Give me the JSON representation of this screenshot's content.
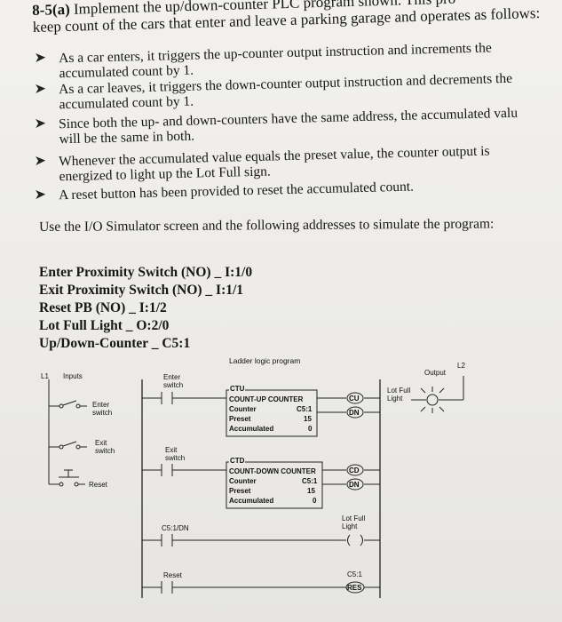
{
  "problem": {
    "number": "8-5(a)",
    "line1": "Implement the up/down-counter PLC program shown. This pro",
    "line2": "keep count of the cars that enter and leave a parking garage and operates as follows:"
  },
  "bullets": [
    {
      "lines": [
        "As a car enters, it triggers the up-counter output instruction and increments the",
        "accumulated count by 1."
      ]
    },
    {
      "lines": [
        "As a car leaves, it triggers the down-counter output instruction and decrements the",
        "accumulated count by 1."
      ]
    },
    {
      "lines": [
        "Since both the up- and down-counters have the same address, the accumulated valu",
        "will be the same in both."
      ]
    },
    {
      "lines": [
        "Whenever the accumulated value equals the preset value, the counter output is",
        "energized to light up the Lot Full sign."
      ]
    },
    {
      "lines": [
        "A reset button has been provided to reset the accumulated count."
      ]
    }
  ],
  "instruction": "Use the I/O Simulator screen and the following addresses to simulate the program:",
  "addresses": [
    "Enter Proximity Switch (NO) _ I:1/0",
    "Exit Proximity Switch (NO) _ I:1/1",
    "Reset PB (NO) _ I:1/2",
    "Lot Full Light _ O:2/0",
    "Up/Down-Counter _ C5:1"
  ],
  "diagram": {
    "title": "Ladder logic program",
    "l1": "L1",
    "l2": "L2",
    "inputs_label": "Inputs",
    "output_label": "Output",
    "enter_switch": [
      "Enter",
      "switch"
    ],
    "exit_switch": [
      "Exit",
      "switch"
    ],
    "reset_label": "Reset",
    "contact_enter": [
      "Enter",
      "switch"
    ],
    "contact_exit": [
      "Exit",
      "switch"
    ],
    "contact_dn": "C5:1/DN",
    "contact_reset": "Reset",
    "ctu": {
      "tag": "CTU",
      "name": "COUNT-UP COUNTER",
      "counter_label": "Counter",
      "counter": "C5:1",
      "preset_label": "Preset",
      "preset": "15",
      "accum_label": "Accumulated",
      "accum": "0",
      "coil1": "CU",
      "coil2": "DN"
    },
    "ctd": {
      "tag": "CTD",
      "name": "COUNT-DOWN COUNTER",
      "counter_label": "Counter",
      "counter": "C5:1",
      "preset_label": "Preset",
      "preset": "15",
      "accum_label": "Accumulated",
      "accum": "0",
      "coil1": "CD",
      "coil2": "DN"
    },
    "lot_full_light": [
      "Lot Full",
      "Light"
    ],
    "rung3_coil": [
      "Lot Full",
      "Light"
    ],
    "res_address": "C5:1",
    "res_coil": "RES"
  }
}
